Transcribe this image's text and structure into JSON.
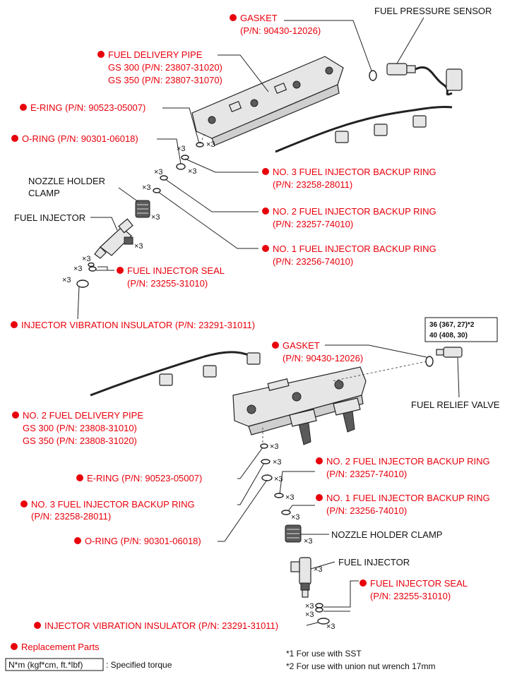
{
  "colors": {
    "replacement_marker": "#e8000b",
    "label_red": "#e8000b",
    "label_black": "#111111"
  },
  "upper": {
    "gasket": {
      "name": "GASKET",
      "pn": "(P/N: 90430-12026)"
    },
    "fuel_pressure_sensor": "FUEL PRESSURE SENSOR",
    "fuel_delivery_pipe": {
      "name": "FUEL DELIVERY PIPE",
      "gs300": "GS 300 (P/N: 23807-31020)",
      "gs350": "GS 350 (P/N: 23807-31070)"
    },
    "e_ring": "E-RING (P/N: 90523-05007)",
    "o_ring": "O-RING (P/N: 90301-06018)",
    "no3_backup": {
      "name": "NO. 3 FUEL INJECTOR BACKUP RING",
      "pn": "(P/N: 23258-28011)"
    },
    "no2_backup": {
      "name": "NO. 2 FUEL INJECTOR BACKUP RING",
      "pn": "(P/N: 23257-74010)"
    },
    "no1_backup": {
      "name": "NO. 1 FUEL INJECTOR BACKUP RING",
      "pn": "(P/N: 23256-74010)"
    },
    "nozzle_clamp": {
      "line1": "NOZZLE HOLDER",
      "line2": "CLAMP"
    },
    "fuel_injector": "FUEL INJECTOR",
    "injector_seal": {
      "name": "FUEL INJECTOR SEAL",
      "pn": "(P/N: 23255-31010)"
    },
    "vibration_insulator": "INJECTOR VIBRATION INSULATOR (P/N: 23291-31011)"
  },
  "lower": {
    "torque": {
      "line1": "36 (367, 27)*2",
      "line2": "40 (408, 30)"
    },
    "gasket": {
      "name": "GASKET",
      "pn": "(P/N: 90430-12026)"
    },
    "fuel_relief_valve": "FUEL RELIEF VALVE",
    "no2_fuel_delivery_pipe": {
      "name": "NO. 2 FUEL DELIVERY PIPE",
      "gs300": "GS 300 (P/N: 23808-31010)",
      "gs350": "GS 350 (P/N: 23808-31020)"
    },
    "e_ring": "E-RING (P/N: 90523-05007)",
    "no3_backup": {
      "name": "NO. 3 FUEL INJECTOR BACKUP RING",
      "pn": "(P/N: 23258-28011)"
    },
    "o_ring": "O-RING (P/N: 90301-06018)",
    "no2_backup": {
      "name": "NO. 2 FUEL INJECTOR BACKUP RING",
      "pn": "(P/N: 23257-74010)"
    },
    "no1_backup": {
      "name": "NO. 1 FUEL INJECTOR BACKUP RING",
      "pn": "(P/N: 23256-74010)"
    },
    "nozzle_clamp": "NOZZLE HOLDER CLAMP",
    "fuel_injector": "FUEL INJECTOR",
    "injector_seal": {
      "name": "FUEL INJECTOR SEAL",
      "pn": "(P/N: 23255-31010)"
    },
    "vibration_insulator": "INJECTOR VIBRATION INSULATOR (P/N: 23291-31011)"
  },
  "multiplier": "×3",
  "legend": {
    "replacement_parts": "Replacement Parts",
    "torque_box": "N*m (kgf*cm, ft.*lbf)",
    "specified_torque": ": Specified torque",
    "note1": "*1 For use with SST",
    "note2": "*2 For use with union nut wrench 17mm"
  }
}
